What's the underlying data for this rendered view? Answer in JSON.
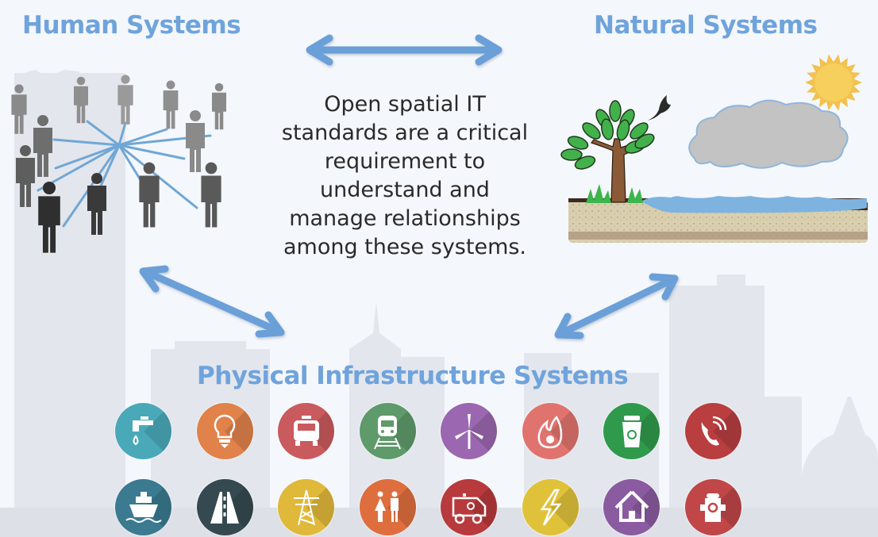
{
  "titles": {
    "human": "Human Systems",
    "natural": "Natural Systems",
    "physical": "Physical Infrastructure Systems"
  },
  "center_text": [
    "Open spatial IT",
    "standards are a critical",
    "requirement to",
    "understand and",
    "manage relationships",
    "among these systems."
  ],
  "colors": {
    "title_blue": "#6fa3dc",
    "arrow_blue": "#6b9fd8",
    "text_dark": "#2a2a2a",
    "skyline": "#e3e6ec"
  },
  "arrows": [
    {
      "name": "human-natural-arrow",
      "from": "Human Systems",
      "to": "Natural Systems"
    },
    {
      "name": "human-physical-arrow",
      "from": "Human Systems",
      "to": "Physical Infrastructure Systems"
    },
    {
      "name": "natural-physical-arrow",
      "from": "Natural Systems",
      "to": "Physical Infrastructure Systems"
    }
  ],
  "infrastructure_icons": [
    {
      "icon": "water-tap-icon",
      "color": "#4aa9b8"
    },
    {
      "icon": "light-bulb-icon",
      "color": "#e0824a"
    },
    {
      "icon": "taxi-icon",
      "color": "#c95a5e"
    },
    {
      "icon": "train-icon",
      "color": "#5f9a6a"
    },
    {
      "icon": "wind-turbine-icon",
      "color": "#9b67b0"
    },
    {
      "icon": "fire-icon",
      "color": "#e0736e"
    },
    {
      "icon": "recycle-bin-icon",
      "color": "#2f9a4c"
    },
    {
      "icon": "phone-icon",
      "color": "#b83e40"
    },
    {
      "icon": "ship-icon",
      "color": "#3b7a90"
    },
    {
      "icon": "road-icon",
      "color": "#354a50"
    },
    {
      "icon": "power-tower-icon",
      "color": "#e0b83a"
    },
    {
      "icon": "restroom-icon",
      "color": "#df6e3e"
    },
    {
      "icon": "ambulance-icon",
      "color": "#b83a3c"
    },
    {
      "icon": "lightning-icon",
      "color": "#e0c23a"
    },
    {
      "icon": "house-icon",
      "color": "#8a5ba0"
    },
    {
      "icon": "fire-hydrant-icon",
      "color": "#c04648"
    }
  ]
}
